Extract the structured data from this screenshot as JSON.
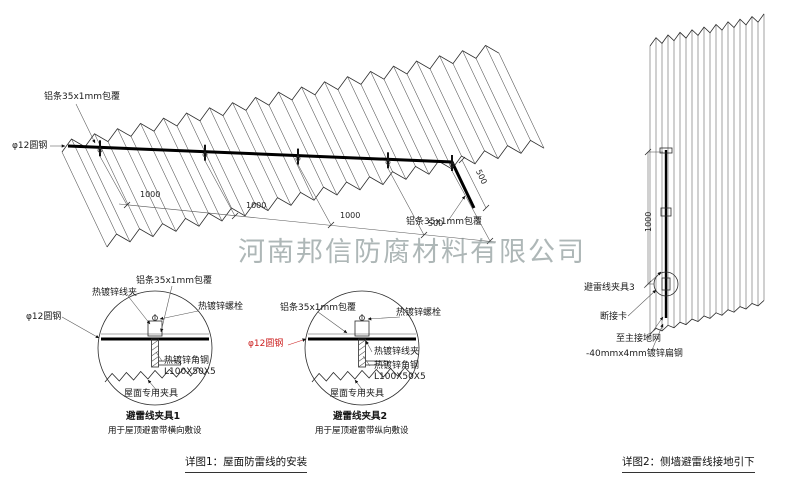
{
  "watermark": "河南邦信防腐材料有限公司",
  "roof": {
    "strip_top": "铝条35x1mm包覆",
    "strip_bottom": "铝条35x1mm包覆",
    "round_steel": "φ12圆钢",
    "dim1": "1000",
    "dim2": "1000",
    "dim3": "1000",
    "dim4": "500",
    "dim_slope": "500"
  },
  "detail1": {
    "title": "避雷线夹具1",
    "subtitle": "用于屋顶避雷带横向敷设",
    "wire_clip": "热镀锌线夹",
    "strip": "铝条35x1mm包覆",
    "bolt": "热镀锌螺栓",
    "round_steel": "φ12圆钢",
    "angle_steel": "热镀锌角钢",
    "angle_spec": "L100X50X5",
    "roof_clamp": "屋面专用夹具"
  },
  "detail2": {
    "title": "避雷线夹具2",
    "subtitle": "用于屋顶避雷带纵向敷设",
    "wire_clip": "热镀锌线夹",
    "strip": "铝条35x1mm包覆",
    "bolt": "热镀锌螺栓",
    "round_steel": "φ12圆钢",
    "angle_steel": "热镀锌角钢",
    "angle_spec": "L100X50X5",
    "roof_clamp": "屋面专用夹具"
  },
  "wall": {
    "dim": "1000",
    "clamp": "避雷线夹具3",
    "disconnect": "断接卡",
    "to_ground": "至主接地网",
    "flat_steel": "-40mmx4mm镀锌扁钢"
  },
  "captions": {
    "detail1": "详图1：屋面防雷线的安装",
    "detail2": "详图2：侧墙避雷线接地引下"
  },
  "colors": {
    "line": "#2a2a2a",
    "accent_red": "#cc2020",
    "watermark_gray": "#7d8a8a"
  }
}
